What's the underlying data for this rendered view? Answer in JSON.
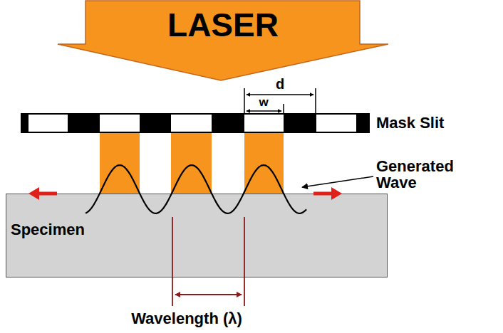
{
  "diagram": {
    "nodes": [
      {
        "text": [
          "LASER"
        ]
      },
      {
        "text": [
          "Specimen"
        ]
      }
    ],
    "labels": [
      "d",
      "w",
      "Mask Slit",
      "Generated Wave",
      "Wavelength (λ)"
    ]
  }
}
